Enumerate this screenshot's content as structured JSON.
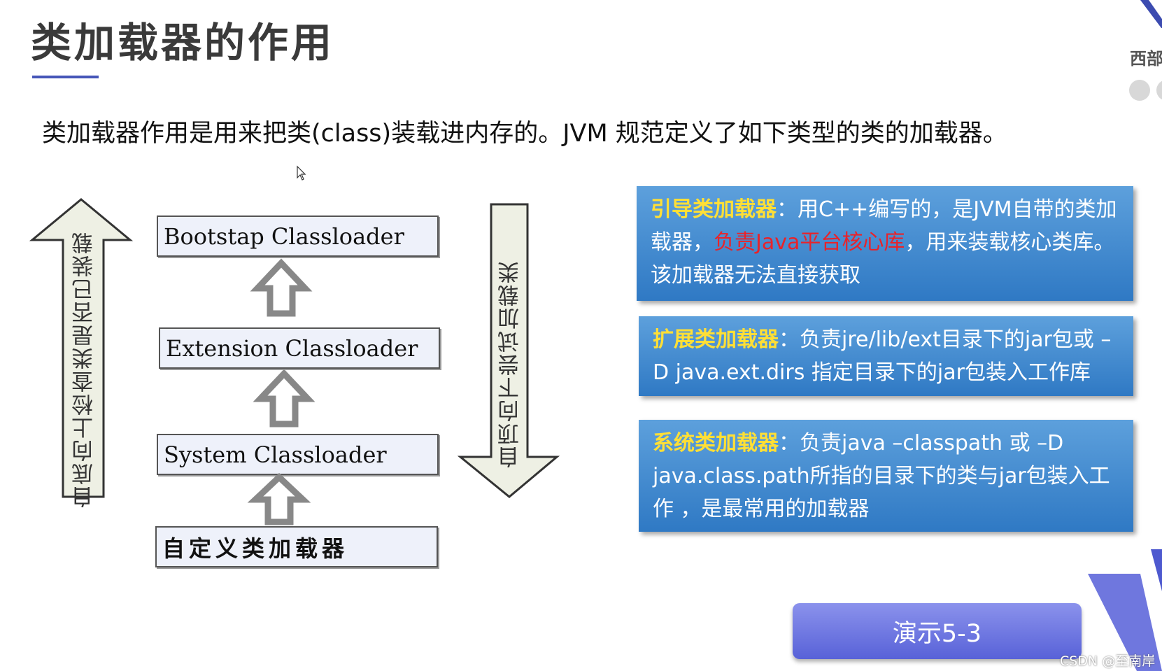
{
  "page": {
    "title": "类加载器的作用",
    "subtitle": "类加载器作用是用来把类(class)装载进内存的。JVM 规范定义了如下类型的类的加载器。",
    "corner_label": "西部"
  },
  "diagram": {
    "loaders": [
      {
        "label": "Bootstap Classloader"
      },
      {
        "label": "Extension Classloader"
      },
      {
        "label": "System Classloader"
      },
      {
        "label": "自定义类加载器"
      }
    ],
    "up_arrow_text": "自底向上检查类是否已装载",
    "down_arrow_text": "自顶向下尝试加载类"
  },
  "info_boxes": [
    {
      "heading": "引导类加载器",
      "sep": "：",
      "text_before": "用C++编写的，是JVM自带的类加载器，",
      "highlight": "负责Java平台核心库",
      "text_after": "，用来装载核心类库。该加载器无法直接获取"
    },
    {
      "heading": "扩展类加载器",
      "sep": "：",
      "text": "负责jre/lib/ext目录下的jar包或 –D java.ext.dirs 指定目录下的jar包装入工作库"
    },
    {
      "heading": "系统类加载器",
      "sep": "：",
      "text": "负责java –classpath 或 –D java.class.path所指的目录下的类与jar包装入工作 ，是最常用的加载器"
    }
  ],
  "demo_button": {
    "label": "演示5-3"
  },
  "watermark": "CSDN @至南岸",
  "colors": {
    "accent": "#4656b8",
    "box_blue": "#3f86cf",
    "heading_yellow": "#ffdf36",
    "highlight_red": "#e8232a",
    "button_purple": "#6c74e0"
  }
}
